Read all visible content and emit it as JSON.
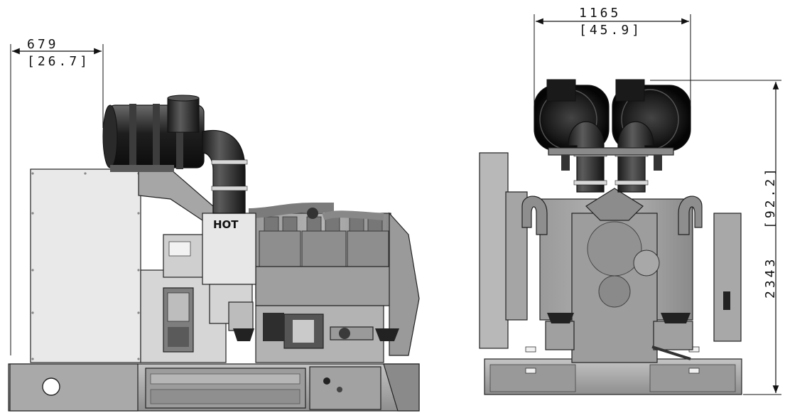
{
  "dimensions": {
    "side_width_mm": "679",
    "side_width_in": "[26.7]",
    "end_width_mm": "1165",
    "end_width_in": "[45.9]",
    "end_height_mm": "2343",
    "end_height_in": "[92.2]"
  },
  "labels": {
    "hot_label": "HOT"
  }
}
